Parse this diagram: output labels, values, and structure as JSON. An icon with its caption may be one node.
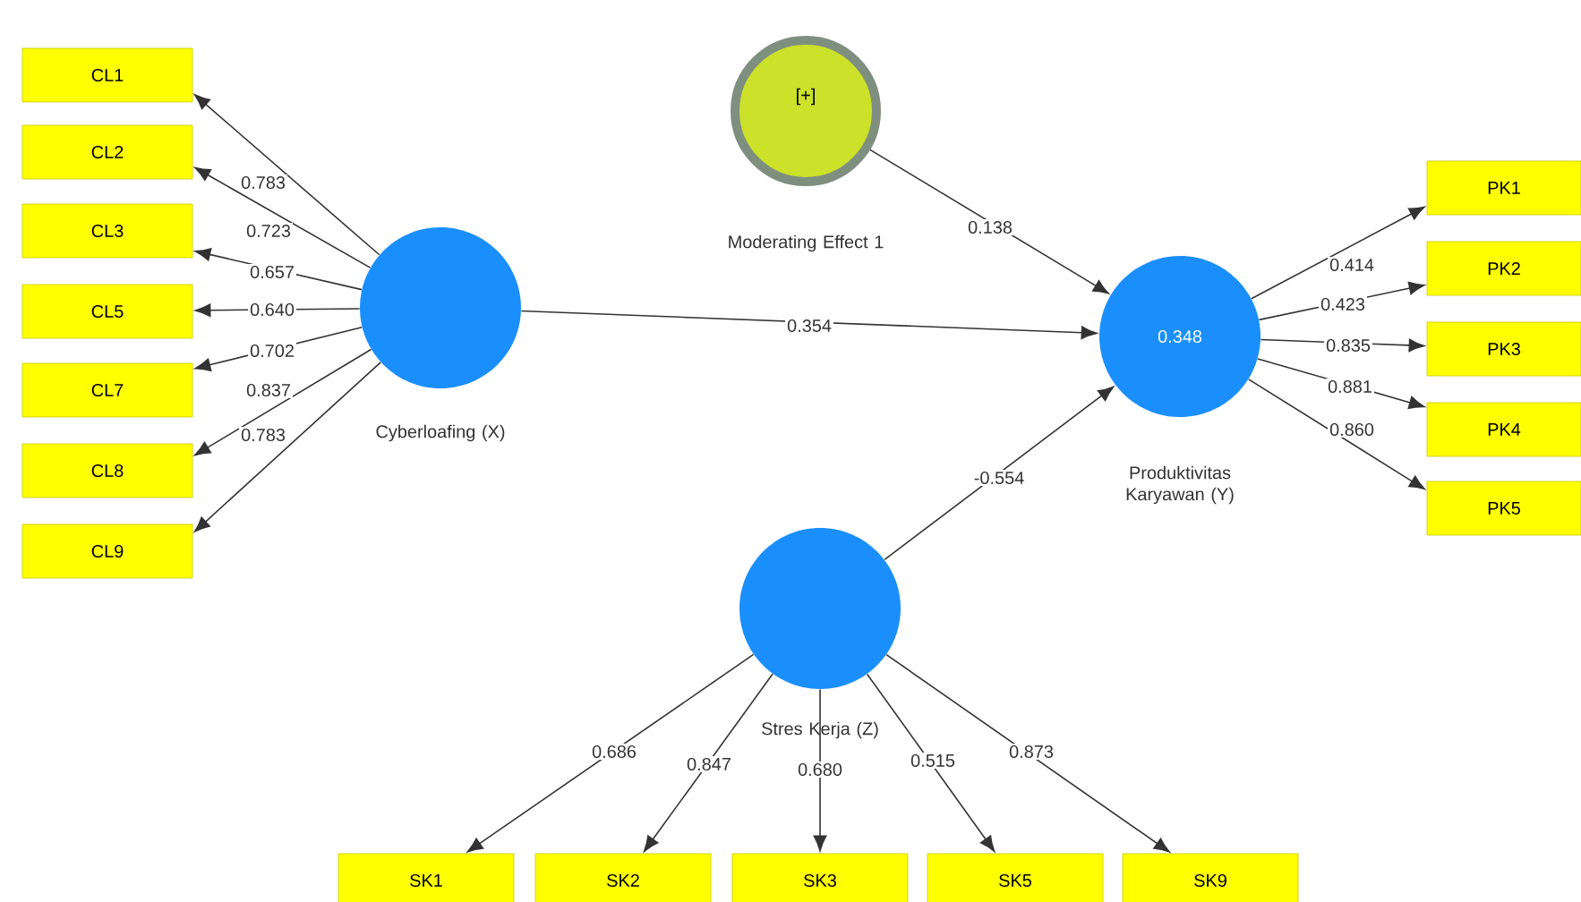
{
  "diagram": {
    "nodes": [
      {
        "text": [
          "[+]",
          "Moderating Effect 1"
        ]
      },
      {
        "text": [
          "Cyberloafing (X)"
        ]
      },
      {
        "text": [
          "0.348",
          "Produktivitas Karyawan (Y)"
        ]
      },
      {
        "text": [
          "Stres Kerja (Z)"
        ]
      },
      {
        "text": [
          "CL1"
        ]
      },
      {
        "text": [
          "CL2"
        ]
      },
      {
        "text": [
          "CL3"
        ]
      },
      {
        "text": [
          "CL5"
        ]
      },
      {
        "text": [
          "CL7"
        ]
      },
      {
        "text": [
          "CL8"
        ]
      },
      {
        "text": [
          "CL9"
        ]
      },
      {
        "text": [
          "PK1"
        ]
      },
      {
        "text": [
          "PK2"
        ]
      },
      {
        "text": [
          "PK3"
        ]
      },
      {
        "text": [
          "PK4"
        ]
      },
      {
        "text": [
          "PK5"
        ]
      },
      {
        "text": [
          "SK1"
        ]
      },
      {
        "text": [
          "SK2"
        ]
      },
      {
        "text": [
          "SK3"
        ]
      },
      {
        "text": [
          "SK5"
        ]
      },
      {
        "text": [
          "SK9"
        ]
      }
    ],
    "edges": [
      {
        "from": 0,
        "to": 2,
        "arrow": "to",
        "label": "0.138"
      },
      {
        "from": 1,
        "to": 2,
        "arrow": "to",
        "label": "0.354"
      },
      {
        "from": 3,
        "to": 2,
        "arrow": "to",
        "label": "-0.554"
      },
      {
        "from": 1,
        "to": 4,
        "arrow": "to",
        "label": "0.783"
      },
      {
        "from": 1,
        "to": 5,
        "arrow": "to",
        "label": "0.723"
      },
      {
        "from": 1,
        "to": 6,
        "arrow": "to",
        "label": "0.657"
      },
      {
        "from": 1,
        "to": 7,
        "arrow": "to",
        "label": "0.640"
      },
      {
        "from": 1,
        "to": 8,
        "arrow": "to",
        "label": "0.702"
      },
      {
        "from": 1,
        "to": 9,
        "arrow": "to",
        "label": "0.837"
      },
      {
        "from": 1,
        "to": 10,
        "arrow": "to",
        "label": "0.783"
      },
      {
        "from": 2,
        "to": 11,
        "arrow": "to",
        "label": "0.414"
      },
      {
        "from": 2,
        "to": 12,
        "arrow": "to",
        "label": "0.423"
      },
      {
        "from": 2,
        "to": 13,
        "arrow": "to",
        "label": "0.835"
      },
      {
        "from": 2,
        "to": 14,
        "arrow": "to",
        "label": "0.881"
      },
      {
        "from": 2,
        "to": 15,
        "arrow": "to",
        "label": "0.860"
      },
      {
        "from": 3,
        "to": 16,
        "arrow": "to",
        "label": "0.686"
      },
      {
        "from": 3,
        "to": 17,
        "arrow": "to",
        "label": "0.847"
      },
      {
        "from": 3,
        "to": 18,
        "arrow": "to",
        "label": "0.680"
      },
      {
        "from": 3,
        "to": 19,
        "arrow": "to",
        "label": "0.515"
      },
      {
        "from": 3,
        "to": 20,
        "arrow": "to",
        "label": "0.873"
      }
    ]
  }
}
